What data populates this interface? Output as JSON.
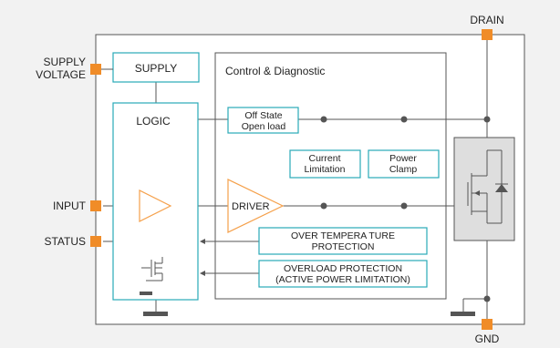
{
  "colors": {
    "background": "#f2f2f2",
    "line": "#555555",
    "teal": "#29a9b8",
    "orange": "#f5a04a",
    "pin": "#f08c28",
    "mosfet_fill": "#dedede"
  },
  "pins": {
    "drain": "DRAIN",
    "gnd": "GND",
    "supply_voltage_line1": "SUPPLY",
    "supply_voltage_line2": "VOLTAGE",
    "input": "INPUT",
    "status": "STATUS"
  },
  "blocks": {
    "supply": "SUPPLY",
    "logic": "LOGIC",
    "control_title": "Control & Diagnostic",
    "off_state_line1": "Off State",
    "off_state_line2": "Open load",
    "current_limitation_line1": "Current",
    "current_limitation_line2": "Limitation",
    "power_clamp_line1": "Power",
    "power_clamp_line2": "Clamp",
    "driver": "DRIVER",
    "over_temp_line1": "OVER TEMPERA TURE",
    "over_temp_line2": "PROTECTION",
    "overload_line1": "OVERLOAD PROTECTION",
    "overload_line2": "(ACTIVE POWER LIMITATION)"
  }
}
